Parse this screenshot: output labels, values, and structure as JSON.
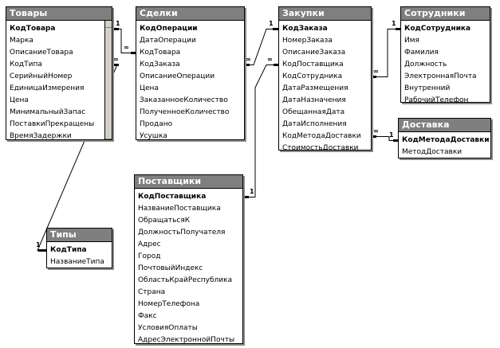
{
  "tables": [
    {
      "id": "tovary",
      "title": "Товары",
      "fields": [
        {
          "name": "КодТовара",
          "key": true
        },
        {
          "name": "Марка",
          "key": false
        },
        {
          "name": "ОписаниеТовара",
          "key": false
        },
        {
          "name": "КодТипа",
          "key": false
        },
        {
          "name": "СерийныйНомер",
          "key": false
        },
        {
          "name": "ЕдиницаИзмерения",
          "key": false
        },
        {
          "name": "Цена",
          "key": false
        },
        {
          "name": "МинимальныйЗапас",
          "key": false
        },
        {
          "name": "ПоставкиПрекращены",
          "key": false
        },
        {
          "name": "ВремяЗадержки",
          "key": false
        }
      ]
    },
    {
      "id": "sdelki",
      "title": "Сделки",
      "fields": [
        {
          "name": "КодОперации",
          "key": true
        },
        {
          "name": "ДатаОперации",
          "key": false
        },
        {
          "name": "КодТовара",
          "key": false
        },
        {
          "name": "КодЗаказа",
          "key": false
        },
        {
          "name": "ОписаниеОперации",
          "key": false
        },
        {
          "name": "Цена",
          "key": false
        },
        {
          "name": "ЗаказанноеКоличество",
          "key": false
        },
        {
          "name": "ПолученноеКоличество",
          "key": false
        },
        {
          "name": "Продано",
          "key": false
        },
        {
          "name": "Усушка",
          "key": false
        }
      ]
    },
    {
      "id": "zakupki",
      "title": "Закупки",
      "fields": [
        {
          "name": "КодЗаказа",
          "key": true
        },
        {
          "name": "НомерЗаказа",
          "key": false
        },
        {
          "name": "ОписаниеЗаказа",
          "key": false
        },
        {
          "name": "КодПоставщика",
          "key": false
        },
        {
          "name": "КодСотрудника",
          "key": false
        },
        {
          "name": "ДатаРазмещения",
          "key": false
        },
        {
          "name": "ДатаНазначения",
          "key": false
        },
        {
          "name": "ОбещаннаяДата",
          "key": false
        },
        {
          "name": "ДатаИсполнения",
          "key": false
        },
        {
          "name": "КодМетодаДоставки",
          "key": false
        },
        {
          "name": "СтоимостьДоставки",
          "key": false
        }
      ]
    },
    {
      "id": "sotrudniki",
      "title": "Сотрудники",
      "fields": [
        {
          "name": "КодСотрудника",
          "key": true
        },
        {
          "name": "Имя",
          "key": false
        },
        {
          "name": "Фамилия",
          "key": false
        },
        {
          "name": "Должность",
          "key": false
        },
        {
          "name": "ЭлектроннаяПочта",
          "key": false
        },
        {
          "name": "Внутренний",
          "key": false
        },
        {
          "name": "РабочийТелефон",
          "key": false
        }
      ]
    },
    {
      "id": "dostavka",
      "title": "Доставка",
      "fields": [
        {
          "name": "КодМетодаДоставки",
          "key": true
        },
        {
          "name": "МетодДоставки",
          "key": false
        }
      ]
    },
    {
      "id": "postavshchiki",
      "title": "Поставщики",
      "fields": [
        {
          "name": "КодПоставщика",
          "key": true
        },
        {
          "name": "НазваниеПоставщика",
          "key": false
        },
        {
          "name": "ОбращатьсяК",
          "key": false
        },
        {
          "name": "ДолжностьПолучателя",
          "key": false
        },
        {
          "name": "Адрес",
          "key": false
        },
        {
          "name": "Город",
          "key": false
        },
        {
          "name": "ПочтовыйИндекс",
          "key": false
        },
        {
          "name": "ОбластьКрайРеспублика",
          "key": false
        },
        {
          "name": "Страна",
          "key": false
        },
        {
          "name": "НомерТелефона",
          "key": false
        },
        {
          "name": "Факс",
          "key": false
        },
        {
          "name": "УсловияОплаты",
          "key": false
        },
        {
          "name": "АдресЭлектроннойПочты",
          "key": false
        }
      ]
    },
    {
      "id": "tipy",
      "title": "Типы",
      "fields": [
        {
          "name": "КодТипа",
          "key": true
        },
        {
          "name": "НазваниеТипа",
          "key": false
        }
      ]
    }
  ],
  "relationships": [
    {
      "one": "Товары.КодТовара",
      "many": "Сделки.КодТовара",
      "one_label": "1",
      "many_label": "∞"
    },
    {
      "one": "Закупки.КодЗаказа",
      "many": "Сделки.КодЗаказа",
      "one_label": "1",
      "many_label": "∞"
    },
    {
      "one": "Сотрудники.КодСотрудника",
      "many": "Закупки.КодСотрудника",
      "one_label": "1",
      "many_label": "∞"
    },
    {
      "one": "Доставка.КодМетодаДоставки",
      "many": "Закупки.КодМетодаДоставки",
      "one_label": "1",
      "many_label": "∞"
    },
    {
      "one": "Поставщики.КодПоставщика",
      "many": "Закупки.КодПоставщика",
      "one_label": "1",
      "many_label": "∞"
    },
    {
      "one": "Типы.КодТипа",
      "many": "Товары.КодТипа",
      "one_label": "1",
      "many_label": "∞"
    }
  ]
}
